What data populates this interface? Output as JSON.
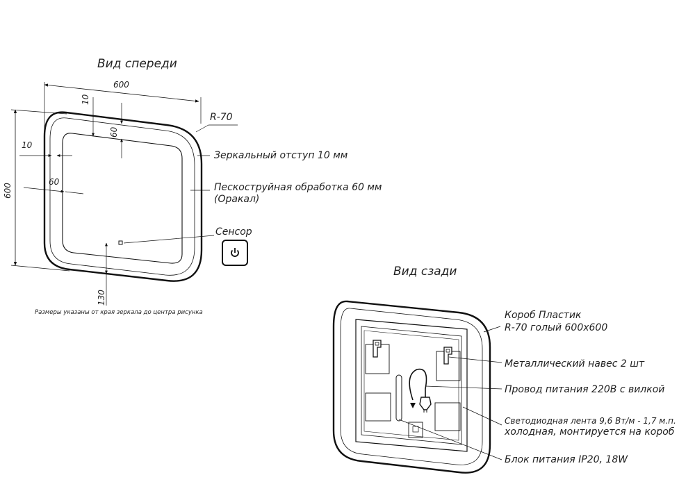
{
  "front_view": {
    "title": "Вид спереди",
    "dim_width": "600",
    "dim_height": "600",
    "dim_top_offset": "10",
    "dim_top_band": "60",
    "dim_left_offset": "10",
    "dim_left_band": "60",
    "dim_bottom": "130",
    "radius": "R-70",
    "callout_offset": "Зеркальный отступ 10 мм",
    "callout_sandblast_line1": "Пескоструйная обработка 60 мм",
    "callout_sandblast_line2": "(Оракал)",
    "callout_sensor": "Сенсор",
    "footnote": "Размеры указаны от края зеркала до центра рисунка",
    "sensor_icon": "power-icon"
  },
  "back_view": {
    "title": "Вид сзади",
    "callout_box_line1": "Короб Пластик",
    "callout_box_line2": "R-70 голый 600x600",
    "callout_hanger": "Металлический навес 2 шт",
    "callout_wire": "Провод питания 220В с вилкой",
    "callout_led_line1": "Светодиодная лента 9,6 Вт/м - 1,7 м.п.",
    "callout_led_line2": "холодная, монтируется на короб",
    "callout_psu": "Блок питания IP20, 18W"
  }
}
